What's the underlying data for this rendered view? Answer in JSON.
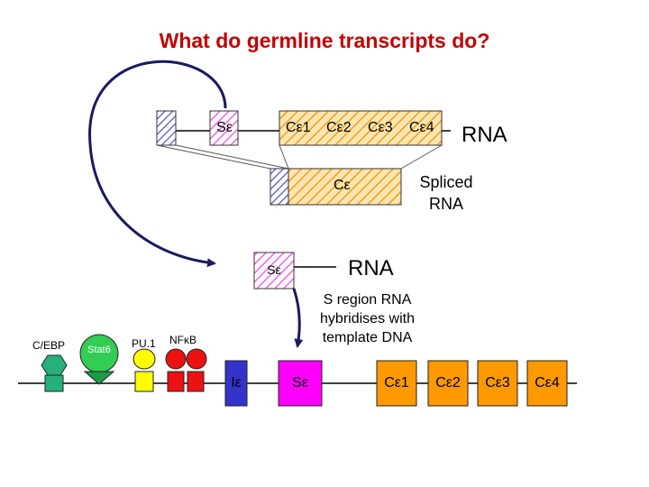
{
  "title": "What do germline transcripts do?",
  "transcript": {
    "s_label": "Sε",
    "exons": [
      "Cε1",
      "Cε2",
      "Cε3",
      "Cε4"
    ],
    "rna_label": "RNA"
  },
  "spliced": {
    "c_label": "Cε",
    "caption_line1": "Spliced",
    "caption_line2": "RNA"
  },
  "s_rna": {
    "s_label": "Sε",
    "rna_label": "RNA"
  },
  "note": {
    "line1": "S region RNA",
    "line2": "hybridises with",
    "line3": "template DNA"
  },
  "factors": {
    "cebp": "C/EBP",
    "stat6": "Stat6",
    "pu1": "PU.1",
    "nfkb": "NFκB"
  },
  "dna": {
    "i_label": "Iε",
    "s_label": "Sε",
    "exons": [
      "Cε1",
      "Cε2",
      "Cε3",
      "Cε4"
    ]
  },
  "colors": {
    "title": "#c00000",
    "arrow": "#1a1a5e",
    "i_exon": "#3333cc",
    "s_region": "#ff00ff",
    "c_exon": "#ff9900",
    "factor_teal": "#26b17a",
    "factor_green": "#33cc55",
    "factor_yellow": "#ffff00",
    "factor_red": "#ee1111"
  }
}
